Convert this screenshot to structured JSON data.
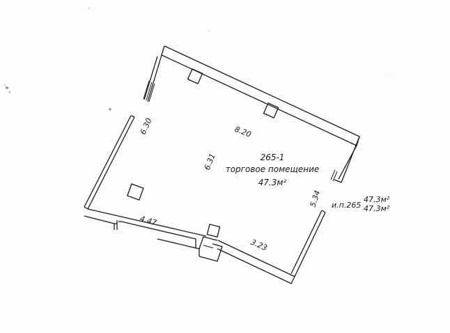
{
  "plan": {
    "room_number": "265-1",
    "room_name": "торговое помещение",
    "room_area": "47.3м²",
    "unit_label": "и.п.265",
    "unit_area_1": "47.3м²",
    "unit_area_2": "47.3м²",
    "dim_top": "8.20",
    "dim_left": "6.30",
    "dim_inner": "6.31",
    "dim_right": "5.34",
    "dim_bottom_left": "4.47",
    "dim_bottom_right": "3.23"
  },
  "colors": {
    "ink": "#1a1a1a",
    "paper": "#fdfdfd"
  }
}
